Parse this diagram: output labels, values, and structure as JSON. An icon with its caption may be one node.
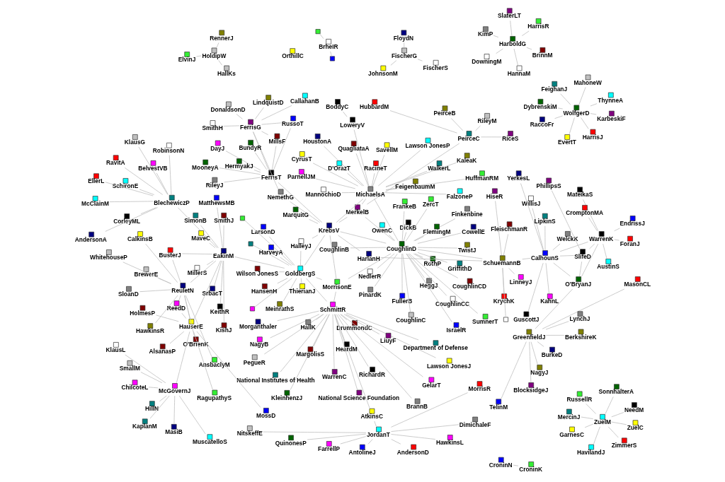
{
  "diagram": {
    "nodes": [
      {
        "text": [
          "MercinJ"
        ]
      },
      {
        "text": [
          "NeedM"
        ]
      },
      {
        "text": [
          "HavilandJ"
        ]
      },
      {
        "text": [
          "ZuelM"
        ]
      },
      {
        "text": [
          "SonnhalterA"
        ]
      },
      {
        "text": [
          "RussellR"
        ]
      },
      {
        "text": [
          "GarnesC"
        ]
      },
      {
        "text": [
          "ZuelC"
        ]
      },
      {
        "text": [
          "ZimmerS"
        ]
      },
      {
        "text": [
          "QuinonesP"
        ]
      },
      {
        "text": [
          "MorrisR"
        ]
      },
      {
        "text": [
          "AntolineJ"
        ]
      },
      {
        "text": [
          "NitskeffE"
        ]
      },
      {
        "text": [
          "DimichaleF"
        ]
      },
      {
        "text": [
          "JordanT"
        ]
      },
      {
        "text": [
          "FarrellP"
        ]
      },
      {
        "text": [
          "HawkinsL"
        ]
      },
      {
        "text": [
          "AndersonD"
        ]
      },
      {
        "text": [
          "CroninN"
        ]
      },
      {
        "text": [
          "CroninK"
        ]
      },
      {
        "text": [
          "AtkinsC"
        ]
      },
      {
        "text": [
          "WarrenC"
        ]
      },
      {
        "text": [
          "PegueR"
        ]
      },
      {
        "text": [
          "GelarT"
        ]
      },
      {
        "text": [
          "Lawson JonesJ"
        ]
      },
      {
        "text": [
          "DrummondC"
        ]
      },
      {
        "text": [
          "RichardR"
        ]
      },
      {
        "text": [
          "BrannB"
        ]
      },
      {
        "text": [
          "Morganthaler"
        ]
      },
      {
        "text": [
          "SchmittR"
        ]
      },
      {
        "text": [
          "NagyB"
        ]
      },
      {
        "text": [
          "KleinhenzJ"
        ]
      },
      {
        "text": [
          "National Institutes of Health"
        ]
      },
      {
        "text": [
          "HeardM"
        ]
      },
      {
        "text": [
          "LiuyF"
        ]
      },
      {
        "text": [
          "HallK"
        ]
      },
      {
        "text": [
          "National Science Foundation"
        ]
      },
      {
        "text": [
          "Department of Defense"
        ]
      },
      {
        "text": [
          "MargolisS"
        ]
      },
      {
        "text": [
          "JohnsonM"
        ]
      },
      {
        "text": [
          "FischerS"
        ]
      },
      {
        "text": [
          "FischerG"
        ]
      },
      {
        "text": [
          "FloydN"
        ]
      },
      {
        "text": [
          "RiceS"
        ]
      },
      {
        "text": [
          "PeirceB"
        ]
      },
      {
        "text": [
          "HubbardM"
        ]
      },
      {
        "text": [
          "RileyM"
        ]
      },
      {
        "text": [
          "PeirceC"
        ]
      },
      {
        "text": [
          "DickB"
        ]
      },
      {
        "text": [
          "CowellE"
        ]
      },
      {
        "text": [
          "CoughlinC"
        ]
      },
      {
        "text": [
          "HeggJ"
        ]
      },
      {
        "text": [
          "Finkenbine"
        ]
      },
      {
        "text": [
          "CoughlinB"
        ]
      },
      {
        "text": [
          "NedlerR"
        ]
      },
      {
        "text": [
          "FrankeB"
        ]
      },
      {
        "text": [
          "OwenC"
        ]
      },
      {
        "text": [
          "RothP"
        ]
      },
      {
        "text": [
          "GriffithD"
        ]
      },
      {
        "text": [
          "CoughlinCC"
        ]
      },
      {
        "text": [
          "FullerB"
        ]
      },
      {
        "text": [
          "SumnerT"
        ]
      },
      {
        "text": [
          "IsraelR"
        ]
      },
      {
        "text": [
          "CoughlinCD"
        ]
      },
      {
        "text": [
          "CoughlinD"
        ]
      },
      {
        "text": [
          "PinardK"
        ]
      },
      {
        "text": [
          "TwistJ"
        ]
      },
      {
        "text": [
          "ZercT"
        ]
      },
      {
        "text": [
          "FlemingM"
        ]
      },
      {
        "text": [],
        "shape": "box"
      },
      {
        "text": [
          "BrheIR"
        ]
      },
      {
        "text": [],
        "shape": "box"
      },
      {
        "text": [
          "PhillipsS"
        ]
      },
      {
        "text": [
          "EndrissJ"
        ]
      },
      {
        "text": [
          "ForanJ"
        ]
      },
      {
        "text": [
          "WelckK"
        ]
      },
      {
        "text": [
          "WillisJ"
        ]
      },
      {
        "text": [
          "KahnL"
        ]
      },
      {
        "text": [
          "SlifeD"
        ]
      },
      {
        "text": [
          "WarrenK"
        ]
      },
      {
        "text": [
          "AustinS"
        ]
      },
      {
        "text": [
          "MateikaS"
        ]
      },
      {
        "text": [
          "CalhounS"
        ]
      },
      {
        "text": [
          "GuscottJ"
        ]
      },
      {
        "text": [
          "CromptonMA"
        ]
      },
      {
        "text": [
          "YerkesL"
        ]
      },
      {
        "text": [
          "LipkinS"
        ]
      },
      {
        "text": [
          "O'BryanJ"
        ]
      },
      {
        "text": [
          "KrychK"
        ]
      },
      {
        "text": [
          "SchuemannB"
        ]
      },
      {
        "text": [
          "HiseR"
        ]
      },
      {
        "text": [
          "HarlanH"
        ]
      },
      {
        "text": [],
        "shape": "box"
      },
      {
        "text": [
          "LinneyJ"
        ]
      },
      {
        "text": [
          "FleischmanR"
        ]
      },
      {
        "text": [
          "McClainM"
        ]
      },
      {
        "text": [
          "SchironE"
        ]
      },
      {
        "text": [
          "CorleyML"
        ]
      },
      {
        "text": [
          "RavitA"
        ]
      },
      {
        "text": [
          "EllerL"
        ]
      },
      {
        "text": [
          "BlechewiczP"
        ]
      },
      {
        "text": [
          "AndersonA"
        ]
      },
      {
        "text": [
          "KlausG"
        ]
      },
      {
        "text": [
          "BelvestVB"
        ]
      },
      {
        "text": [
          "RobinsonN"
        ]
      },
      {
        "text": [],
        "shape": "box"
      },
      {
        "text": [
          "MorrisonE"
        ]
      },
      {
        "text": [
          "MerkelB"
        ]
      },
      {
        "text": [
          "LarsonD"
        ]
      },
      {
        "text": [],
        "shape": "box"
      },
      {
        "text": [
          "GoldbergS"
        ]
      },
      {
        "text": [
          "KrebsV"
        ]
      },
      {
        "text": [
          "HalleyJ"
        ]
      },
      {
        "text": [],
        "shape": "box"
      },
      {
        "text": [
          "HansenH"
        ]
      },
      {
        "text": [
          "MeinrathS"
        ]
      },
      {
        "text": [
          "ThierianJ"
        ]
      },
      {
        "text": [
          "Wilson JonesS"
        ]
      },
      {
        "text": [
          "HarveyA"
        ]
      },
      {
        "text": [
          "NemethG"
        ]
      },
      {
        "text": [
          "MarquitG"
        ]
      },
      {
        "text": [
          "DybrenskiM"
        ]
      },
      {
        "text": [
          "ThynneA"
        ]
      },
      {
        "text": [
          "HarrisJ"
        ]
      },
      {
        "text": [
          "MahoneW"
        ]
      },
      {
        "text": [
          "WolfgerD"
        ]
      },
      {
        "text": [
          "FeighanJ"
        ]
      },
      {
        "text": [
          "RaccoFr"
        ]
      },
      {
        "text": [
          "KarbeskiF"
        ]
      },
      {
        "text": [
          "EvertT"
        ]
      },
      {
        "text": [
          "SmithH"
        ]
      },
      {
        "text": [
          "DonaldsonD"
        ]
      },
      {
        "text": [
          "CallahanB"
        ]
      },
      {
        "text": [
          "FerrisG"
        ]
      },
      {
        "text": [
          "RussoT"
        ]
      },
      {
        "text": [
          "LindquistD"
        ]
      },
      {
        "text": [
          "FerrisT"
        ]
      },
      {
        "text": [
          "MillsF"
        ]
      },
      {
        "text": [
          "BundyR"
        ]
      },
      {
        "text": [
          "DayJ"
        ]
      },
      {
        "text": [
          "RileyJ"
        ]
      },
      {
        "text": [
          "MooneyA"
        ]
      },
      {
        "text": [
          "HermyakJ"
        ]
      },
      {
        "text": [
          "TelinM"
        ]
      },
      {
        "text": [
          "BurkeD"
        ]
      },
      {
        "text": [
          "GreenfieldJ"
        ]
      },
      {
        "text": [
          "MasonCL"
        ]
      },
      {
        "text": [
          "BlocksidgeJ"
        ]
      },
      {
        "text": [
          "NagyJ"
        ]
      },
      {
        "text": [
          "BerkshireK"
        ]
      },
      {
        "text": [
          "LynchJ"
        ]
      },
      {
        "text": [
          "KishJ"
        ]
      },
      {
        "text": [
          "SimonB"
        ]
      },
      {
        "text": [
          "SmithJ"
        ]
      },
      {
        "text": [
          "MillerS"
        ]
      },
      {
        "text": [
          "MaveC"
        ]
      },
      {
        "text": [
          "EakinM"
        ]
      },
      {
        "text": [
          "MatthewsMB"
        ]
      },
      {
        "text": [
          "BusterJ"
        ]
      },
      {
        "text": [
          "KeithR"
        ]
      },
      {
        "text": [
          "SrbacT"
        ]
      },
      {
        "text": [
          "KimP"
        ]
      },
      {
        "text": [
          "BrinnM"
        ]
      },
      {
        "text": [
          "HannaM"
        ]
      },
      {
        "text": [
          "HarboldG"
        ]
      },
      {
        "text": [
          "HarrisR"
        ]
      },
      {
        "text": [
          "SlaterLT"
        ]
      },
      {
        "text": [
          "DowningM"
        ]
      },
      {
        "text": [
          "CalkinsB"
        ]
      },
      {
        "text": [
          "SloanD"
        ]
      },
      {
        "text": [
          "O'BrienK"
        ]
      },
      {
        "text": [
          "AnsbaclyM"
        ]
      },
      {
        "text": [
          "ReuletN"
        ]
      },
      {
        "text": [
          "ReedD"
        ]
      },
      {
        "text": [
          "BrewerE"
        ]
      },
      {
        "text": [
          "HawkinsR"
        ]
      },
      {
        "text": [
          "WhitehouseP"
        ]
      },
      {
        "text": [
          "HauserE"
        ]
      },
      {
        "text": [
          "MossD"
        ]
      },
      {
        "text": [
          "ElvinJ"
        ]
      },
      {
        "text": [
          "HoldipW"
        ]
      },
      {
        "text": [
          "HallKs"
        ]
      },
      {
        "text": [
          "RennerJ"
        ]
      },
      {
        "text": [
          "AlsanasP"
        ]
      },
      {
        "text": [
          "HolmesP"
        ]
      },
      {
        "text": [
          "RagupathyS"
        ]
      },
      {
        "text": [
          "OrthillC"
        ]
      },
      {
        "text": [
          "KlausL"
        ]
      },
      {
        "text": [
          "McGovernJ"
        ]
      },
      {
        "text": [
          "MuscatelloS"
        ]
      },
      {
        "text": [
          "HillN"
        ]
      },
      {
        "text": [
          "ChilcoteL"
        ]
      },
      {
        "text": [
          "SmallM"
        ]
      },
      {
        "text": [
          "MasiB"
        ]
      },
      {
        "text": [
          "KaplanM"
        ]
      },
      {
        "text": [
          "HuffmanRM"
        ]
      },
      {
        "text": [
          "KaleaK"
        ]
      },
      {
        "text": [
          "BoddyC"
        ]
      },
      {
        "text": [
          "LoweryV"
        ]
      },
      {
        "text": [
          "MichaelsA"
        ]
      },
      {
        "text": [
          "CyrusT"
        ]
      },
      {
        "text": [
          "FalzoneP"
        ]
      },
      {
        "text": [
          "HoustonA"
        ]
      },
      {
        "text": [
          "Lawson JonesP"
        ]
      },
      {
        "text": [
          "WalkerL"
        ]
      },
      {
        "text": [
          "ParnellJM"
        ]
      },
      {
        "text": [
          "FeigenbaumM"
        ]
      },
      {
        "text": [
          "SavellM"
        ]
      },
      {
        "text": [
          "D'OrazT"
        ]
      },
      {
        "text": [
          "MannochioD"
        ]
      },
      {
        "text": [
          "RacineT"
        ]
      },
      {
        "text": [
          "QuagliataA"
        ]
      }
    ],
    "edges": [
      {
        "from": 3,
        "to": 0,
        "arrow": "none"
      },
      {
        "from": 3,
        "to": 1,
        "arrow": "none"
      },
      {
        "from": 3,
        "to": 2,
        "arrow": "none"
      },
      {
        "from": 3,
        "to": 4,
        "arrow": "none"
      },
      {
        "from": 3,
        "to": 5,
        "arrow": "none"
      },
      {
        "from": 3,
        "to": 6,
        "arrow": "none"
      },
      {
        "from": 3,
        "to": 7,
        "arrow": "none"
      },
      {
        "from": 3,
        "to": 8,
        "arrow": "none"
      },
      {
        "from": 14,
        "to": 9,
        "arrow": "none"
      },
      {
        "from": 14,
        "to": 10,
        "arrow": "none"
      },
      {
        "from": 14,
        "to": 11,
        "arrow": "none"
      },
      {
        "from": 14,
        "to": 12,
        "arrow": "none"
      },
      {
        "from": 14,
        "to": 13,
        "arrow": "none"
      },
      {
        "from": 14,
        "to": 15,
        "arrow": "none"
      },
      {
        "from": 14,
        "to": 16,
        "arrow": "none"
      },
      {
        "from": 14,
        "to": 17,
        "arrow": "none"
      },
      {
        "from": 14,
        "to": 20,
        "arrow": "none"
      },
      {
        "from": 18,
        "to": 19,
        "arrow": "none"
      },
      {
        "from": 29,
        "to": 20,
        "arrow": "none"
      },
      {
        "from": 29,
        "to": 21,
        "arrow": "none"
      },
      {
        "from": 29,
        "to": 22,
        "arrow": "none"
      },
      {
        "from": 29,
        "to": 23,
        "arrow": "none"
      },
      {
        "from": 29,
        "to": 24,
        "arrow": "none"
      },
      {
        "from": 29,
        "to": 25,
        "arrow": "none"
      },
      {
        "from": 29,
        "to": 26,
        "arrow": "none"
      },
      {
        "from": 29,
        "to": 27,
        "arrow": "none"
      },
      {
        "from": 29,
        "to": 28,
        "arrow": "none"
      },
      {
        "from": 29,
        "to": 30,
        "arrow": "none"
      },
      {
        "from": 29,
        "to": 31,
        "arrow": "none"
      },
      {
        "from": 29,
        "to": 32,
        "arrow": "none"
      },
      {
        "from": 29,
        "to": 33,
        "arrow": "none"
      },
      {
        "from": 29,
        "to": 34,
        "arrow": "none"
      },
      {
        "from": 29,
        "to": 35,
        "arrow": "none"
      },
      {
        "from": 29,
        "to": 36,
        "arrow": "none"
      },
      {
        "from": 29,
        "to": 37,
        "arrow": "none"
      },
      {
        "from": 29,
        "to": 38,
        "arrow": "none"
      },
      {
        "from": 29,
        "to": 106,
        "arrow": "none"
      },
      {
        "from": 29,
        "to": 110,
        "arrow": "none"
      },
      {
        "from": 41,
        "to": 39,
        "arrow": "none"
      },
      {
        "from": 41,
        "to": 40,
        "arrow": "none"
      },
      {
        "from": 41,
        "to": 42,
        "arrow": "none"
      },
      {
        "from": 47,
        "to": 43,
        "arrow": "none"
      },
      {
        "from": 47,
        "to": 44,
        "arrow": "none"
      },
      {
        "from": 47,
        "to": 45,
        "arrow": "none"
      },
      {
        "from": 47,
        "to": 46,
        "arrow": "none"
      },
      {
        "from": 47,
        "to": 107,
        "arrow": "none"
      },
      {
        "from": 64,
        "to": 48,
        "arrow": "none"
      },
      {
        "from": 64,
        "to": 49,
        "arrow": "none"
      },
      {
        "from": 64,
        "to": 50,
        "arrow": "none"
      },
      {
        "from": 64,
        "to": 51,
        "arrow": "none"
      },
      {
        "from": 64,
        "to": 52,
        "arrow": "none"
      },
      {
        "from": 64,
        "to": 53,
        "arrow": "none"
      },
      {
        "from": 64,
        "to": 54,
        "arrow": "none"
      },
      {
        "from": 64,
        "to": 55,
        "arrow": "none"
      },
      {
        "from": 64,
        "to": 56,
        "arrow": "none"
      },
      {
        "from": 64,
        "to": 57,
        "arrow": "none"
      },
      {
        "from": 64,
        "to": 58,
        "arrow": "none"
      },
      {
        "from": 64,
        "to": 59,
        "arrow": "none"
      },
      {
        "from": 64,
        "to": 60,
        "arrow": "none"
      },
      {
        "from": 64,
        "to": 61,
        "arrow": "none"
      },
      {
        "from": 64,
        "to": 62,
        "arrow": "none"
      },
      {
        "from": 64,
        "to": 63,
        "arrow": "none"
      },
      {
        "from": 64,
        "to": 65,
        "arrow": "none"
      },
      {
        "from": 64,
        "to": 66,
        "arrow": "none"
      },
      {
        "from": 64,
        "to": 67,
        "arrow": "none"
      },
      {
        "from": 64,
        "to": 68,
        "arrow": "none"
      },
      {
        "from": 64,
        "to": 89,
        "arrow": "none"
      },
      {
        "from": 64,
        "to": 106,
        "arrow": "none"
      },
      {
        "from": 64,
        "to": 107,
        "arrow": "none"
      },
      {
        "from": 64,
        "to": 111,
        "arrow": "none"
      },
      {
        "from": 64,
        "to": 199,
        "arrow": "none"
      },
      {
        "from": 70,
        "to": 69,
        "arrow": "none"
      },
      {
        "from": 70,
        "to": 71,
        "arrow": "none"
      },
      {
        "from": 82,
        "to": 75,
        "arrow": "none"
      },
      {
        "from": 82,
        "to": 76,
        "arrow": "none"
      },
      {
        "from": 82,
        "to": 77,
        "arrow": "none"
      },
      {
        "from": 82,
        "to": 78,
        "arrow": "none"
      },
      {
        "from": 82,
        "to": 79,
        "arrow": "none"
      },
      {
        "from": 82,
        "to": 83,
        "arrow": "none"
      },
      {
        "from": 82,
        "to": 85,
        "arrow": "none"
      },
      {
        "from": 82,
        "to": 86,
        "arrow": "none"
      },
      {
        "from": 82,
        "to": 87,
        "arrow": "none"
      },
      {
        "from": 82,
        "to": 89,
        "arrow": "none"
      },
      {
        "from": 78,
        "to": 72,
        "arrow": "none"
      },
      {
        "from": 78,
        "to": 79,
        "arrow": "none"
      },
      {
        "from": 78,
        "to": 87,
        "arrow": "none"
      },
      {
        "from": 79,
        "to": 73,
        "arrow": "none"
      },
      {
        "from": 79,
        "to": 74,
        "arrow": "none"
      },
      {
        "from": 79,
        "to": 80,
        "arrow": "none"
      },
      {
        "from": 79,
        "to": 81,
        "arrow": "none"
      },
      {
        "from": 79,
        "to": 84,
        "arrow": "none"
      },
      {
        "from": 79,
        "to": 87,
        "arrow": "none"
      },
      {
        "from": 87,
        "to": 145,
        "arrow": "none"
      },
      {
        "from": 145,
        "to": 143,
        "arrow": "none"
      },
      {
        "from": 145,
        "to": 144,
        "arrow": "none"
      },
      {
        "from": 145,
        "to": 146,
        "arrow": "none"
      },
      {
        "from": 145,
        "to": 147,
        "arrow": "none"
      },
      {
        "from": 145,
        "to": 148,
        "arrow": "none"
      },
      {
        "from": 145,
        "to": 149,
        "arrow": "none"
      },
      {
        "from": 145,
        "to": 150,
        "arrow": "none"
      },
      {
        "from": 89,
        "to": 88,
        "arrow": "none"
      },
      {
        "from": 89,
        "to": 90,
        "arrow": "none"
      },
      {
        "from": 89,
        "to": 91,
        "arrow": "none"
      },
      {
        "from": 89,
        "to": 92,
        "arrow": "none"
      },
      {
        "from": 89,
        "to": 93,
        "arrow": "none"
      },
      {
        "from": 89,
        "to": 94,
        "arrow": "none"
      },
      {
        "from": 91,
        "to": 111,
        "arrow": "none"
      },
      {
        "from": 100,
        "to": 95,
        "arrow": "none"
      },
      {
        "from": 100,
        "to": 96,
        "arrow": "none"
      },
      {
        "from": 100,
        "to": 97,
        "arrow": "none"
      },
      {
        "from": 100,
        "to": 98,
        "arrow": "none"
      },
      {
        "from": 100,
        "to": 99,
        "arrow": "none"
      },
      {
        "from": 100,
        "to": 101,
        "arrow": "none"
      },
      {
        "from": 100,
        "to": 102,
        "arrow": "none"
      },
      {
        "from": 100,
        "to": 103,
        "arrow": "none"
      },
      {
        "from": 100,
        "to": 104,
        "arrow": "none"
      },
      {
        "from": 100,
        "to": 156,
        "arrow": "none"
      },
      {
        "from": 110,
        "to": 105,
        "arrow": "none"
      },
      {
        "from": 110,
        "to": 106,
        "arrow": "none"
      },
      {
        "from": 110,
        "to": 108,
        "arrow": "none"
      },
      {
        "from": 110,
        "to": 109,
        "arrow": "none"
      },
      {
        "from": 110,
        "to": 111,
        "arrow": "none"
      },
      {
        "from": 110,
        "to": 112,
        "arrow": "none"
      },
      {
        "from": 110,
        "to": 113,
        "arrow": "none"
      },
      {
        "from": 110,
        "to": 114,
        "arrow": "none"
      },
      {
        "from": 110,
        "to": 115,
        "arrow": "none"
      },
      {
        "from": 110,
        "to": 116,
        "arrow": "none"
      },
      {
        "from": 110,
        "to": 117,
        "arrow": "none"
      },
      {
        "from": 110,
        "to": 118,
        "arrow": "none"
      },
      {
        "from": 110,
        "to": 156,
        "arrow": "none"
      },
      {
        "from": 106,
        "to": 111,
        "arrow": "none"
      },
      {
        "from": 107,
        "to": 111,
        "arrow": "none"
      },
      {
        "from": 107,
        "to": 199,
        "arrow": "none"
      },
      {
        "from": 111,
        "to": 112,
        "arrow": "none"
      },
      {
        "from": 111,
        "to": 119,
        "arrow": "none"
      },
      {
        "from": 111,
        "to": 120,
        "arrow": "none"
      },
      {
        "from": 111,
        "to": 136,
        "arrow": "none"
      },
      {
        "from": 111,
        "to": 199,
        "arrow": "none"
      },
      {
        "from": 119,
        "to": 133,
        "arrow": "none"
      },
      {
        "from": 125,
        "to": 121,
        "arrow": "none"
      },
      {
        "from": 125,
        "to": 122,
        "arrow": "none"
      },
      {
        "from": 125,
        "to": 123,
        "arrow": "none"
      },
      {
        "from": 125,
        "to": 124,
        "arrow": "none"
      },
      {
        "from": 125,
        "to": 126,
        "arrow": "none"
      },
      {
        "from": 125,
        "to": 127,
        "arrow": "none"
      },
      {
        "from": 125,
        "to": 128,
        "arrow": "none"
      },
      {
        "from": 125,
        "to": 129,
        "arrow": "none"
      },
      {
        "from": 133,
        "to": 130,
        "arrow": "none"
      },
      {
        "from": 133,
        "to": 131,
        "arrow": "none"
      },
      {
        "from": 133,
        "to": 132,
        "arrow": "none"
      },
      {
        "from": 133,
        "to": 134,
        "arrow": "none"
      },
      {
        "from": 133,
        "to": 135,
        "arrow": "none"
      },
      {
        "from": 133,
        "to": 137,
        "arrow": "none"
      },
      {
        "from": 133,
        "to": 136,
        "arrow": "none"
      },
      {
        "from": 136,
        "to": 134,
        "arrow": "none"
      },
      {
        "from": 136,
        "to": 137,
        "arrow": "none"
      },
      {
        "from": 136,
        "to": 138,
        "arrow": "none"
      },
      {
        "from": 136,
        "to": 139,
        "arrow": "none"
      },
      {
        "from": 136,
        "to": 140,
        "arrow": "none"
      },
      {
        "from": 136,
        "to": 141,
        "arrow": "none"
      },
      {
        "from": 136,
        "to": 142,
        "arrow": "none"
      },
      {
        "from": 156,
        "to": 151,
        "arrow": "none"
      },
      {
        "from": 156,
        "to": 152,
        "arrow": "none"
      },
      {
        "from": 156,
        "to": 153,
        "arrow": "none"
      },
      {
        "from": 156,
        "to": 154,
        "arrow": "none"
      },
      {
        "from": 156,
        "to": 155,
        "arrow": "none"
      },
      {
        "from": 156,
        "to": 157,
        "arrow": "none"
      },
      {
        "from": 156,
        "to": 158,
        "arrow": "none"
      },
      {
        "from": 156,
        "to": 159,
        "arrow": "none"
      },
      {
        "from": 156,
        "to": 160,
        "arrow": "none"
      },
      {
        "from": 156,
        "to": 172,
        "arrow": "none"
      },
      {
        "from": 156,
        "to": 177,
        "arrow": "none"
      },
      {
        "from": 172,
        "to": 158,
        "arrow": "none"
      },
      {
        "from": 172,
        "to": 168,
        "arrow": "none"
      },
      {
        "from": 172,
        "to": 169,
        "arrow": "none"
      },
      {
        "from": 172,
        "to": 170,
        "arrow": "none"
      },
      {
        "from": 172,
        "to": 171,
        "arrow": "none"
      },
      {
        "from": 172,
        "to": 173,
        "arrow": "none"
      },
      {
        "from": 172,
        "to": 174,
        "arrow": "none"
      },
      {
        "from": 172,
        "to": 175,
        "arrow": "none"
      },
      {
        "from": 172,
        "to": 176,
        "arrow": "none"
      },
      {
        "from": 172,
        "to": 177,
        "arrow": "none"
      },
      {
        "from": 177,
        "to": 173,
        "arrow": "none"
      },
      {
        "from": 177,
        "to": 178,
        "arrow": "none"
      },
      {
        "from": 177,
        "to": 183,
        "arrow": "none"
      },
      {
        "from": 177,
        "to": 184,
        "arrow": "none"
      },
      {
        "from": 177,
        "to": 185,
        "arrow": "none"
      },
      {
        "from": 177,
        "to": 188,
        "arrow": "none"
      },
      {
        "from": 188,
        "to": 187,
        "arrow": "none"
      },
      {
        "from": 188,
        "to": 189,
        "arrow": "none"
      },
      {
        "from": 188,
        "to": 190,
        "arrow": "none"
      },
      {
        "from": 188,
        "to": 191,
        "arrow": "none"
      },
      {
        "from": 188,
        "to": 192,
        "arrow": "none"
      },
      {
        "from": 188,
        "to": 193,
        "arrow": "none"
      },
      {
        "from": 188,
        "to": 194,
        "arrow": "none"
      },
      {
        "from": 164,
        "to": 161,
        "arrow": "none"
      },
      {
        "from": 164,
        "to": 162,
        "arrow": "none"
      },
      {
        "from": 164,
        "to": 163,
        "arrow": "none"
      },
      {
        "from": 164,
        "to": 165,
        "arrow": "none"
      },
      {
        "from": 164,
        "to": 166,
        "arrow": "none"
      },
      {
        "from": 164,
        "to": 167,
        "arrow": "none"
      },
      {
        "from": 180,
        "to": 179,
        "arrow": "none"
      },
      {
        "from": 180,
        "to": 181,
        "arrow": "none"
      },
      {
        "from": 180,
        "to": 182,
        "arrow": "none"
      },
      {
        "from": 199,
        "to": 195,
        "arrow": "none"
      },
      {
        "from": 199,
        "to": 196,
        "arrow": "none"
      },
      {
        "from": 199,
        "to": 198,
        "arrow": "none"
      },
      {
        "from": 199,
        "to": 200,
        "arrow": "none"
      },
      {
        "from": 199,
        "to": 201,
        "arrow": "none"
      },
      {
        "from": 199,
        "to": 202,
        "arrow": "none"
      },
      {
        "from": 199,
        "to": 203,
        "arrow": "none"
      },
      {
        "from": 199,
        "to": 204,
        "arrow": "none"
      },
      {
        "from": 199,
        "to": 205,
        "arrow": "none"
      },
      {
        "from": 199,
        "to": 206,
        "arrow": "none"
      },
      {
        "from": 199,
        "to": 207,
        "arrow": "none"
      },
      {
        "from": 199,
        "to": 208,
        "arrow": "none"
      },
      {
        "from": 199,
        "to": 209,
        "arrow": "none"
      },
      {
        "from": 199,
        "to": 210,
        "arrow": "none"
      },
      {
        "from": 199,
        "to": 211,
        "arrow": "none"
      },
      {
        "from": 198,
        "to": 197,
        "arrow": "none"
      }
    ]
  }
}
